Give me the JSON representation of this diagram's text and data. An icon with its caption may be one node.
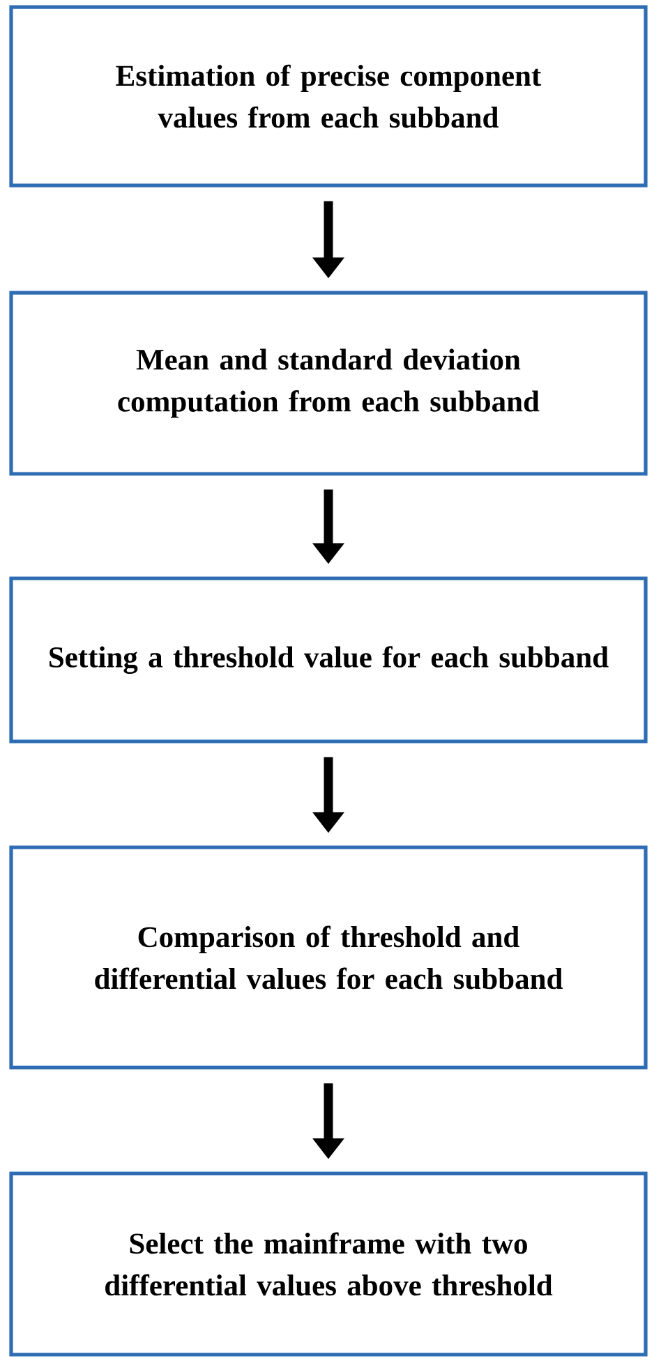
{
  "diagram": {
    "nodes": [
      {
        "text": [
          "Estimation of precise component values from each subband"
        ]
      },
      {
        "text": [
          "Mean and standard deviation computation from each subband"
        ]
      },
      {
        "text": [
          "Setting a threshold value for each subband"
        ]
      },
      {
        "text": [
          "Comparison of threshold and differential values for each subband"
        ]
      },
      {
        "text": [
          "Select the mainframe with two differential values above threshold"
        ]
      }
    ],
    "edges": [
      {
        "from": 0,
        "to": 1,
        "arrow": "to"
      },
      {
        "from": 1,
        "to": 2,
        "arrow": "to"
      },
      {
        "from": 2,
        "to": 3,
        "arrow": "to"
      },
      {
        "from": 3,
        "to": 4,
        "arrow": "to"
      }
    ]
  }
}
